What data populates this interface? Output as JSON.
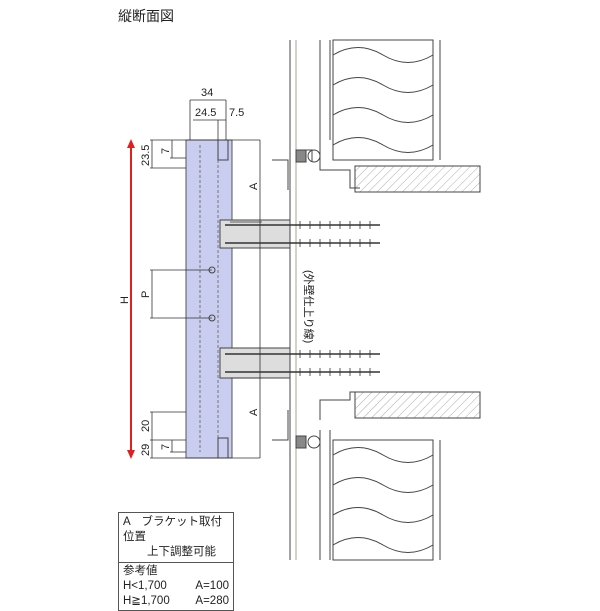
{
  "title": "縦断面図",
  "dimensions": {
    "width_total": "34",
    "width_main": "24.5",
    "width_side": "7.5",
    "top_offset": "23.5",
    "top_small": "7",
    "height": "H",
    "pitch": "P",
    "bracket_position": "A",
    "bottom_20": "20",
    "bottom_29": "29",
    "bottom_small": "7"
  },
  "wall_finish_label": "(外壁仕上り線)",
  "legend": {
    "line1": "A　ブラケット取付位置",
    "line2": "上下調整可能",
    "reference_label": "参考値",
    "rows": [
      {
        "condition": "H<1,700",
        "value": "A=100"
      },
      {
        "condition": "H≧1,700",
        "value": "A=280"
      }
    ]
  },
  "colors": {
    "panel": "#c9cdf0",
    "height_arrow": "#e02020"
  }
}
